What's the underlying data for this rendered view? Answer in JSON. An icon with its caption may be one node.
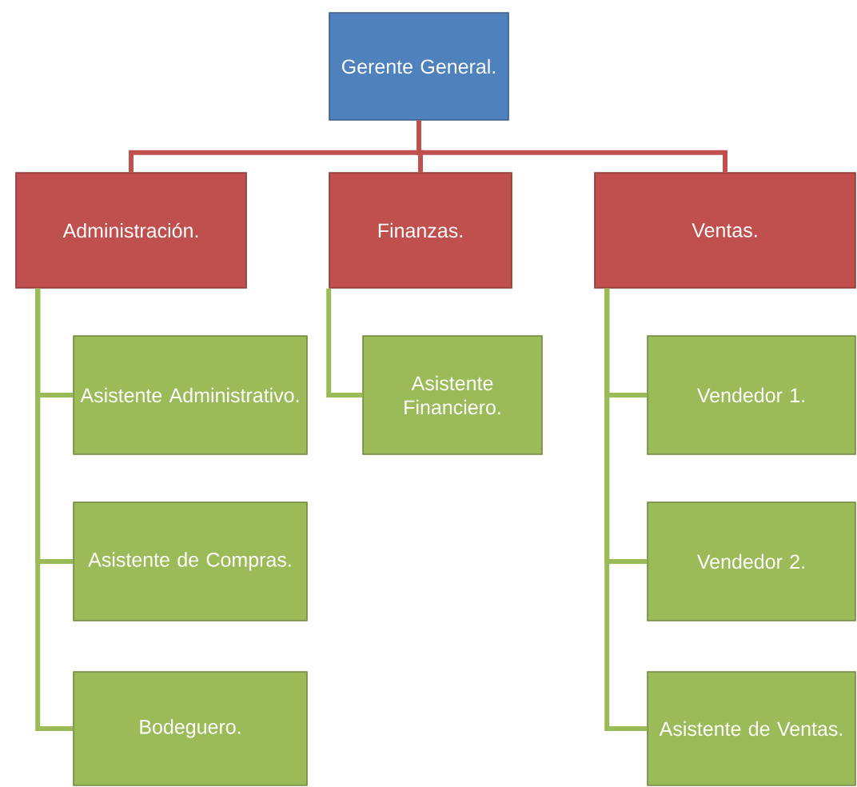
{
  "diagram": {
    "nodes": [
      {
        "text": [
          "Gerente General."
        ]
      },
      {
        "text": [
          "Administración."
        ]
      },
      {
        "text": [
          "Finanzas."
        ]
      },
      {
        "text": [
          "Ventas."
        ]
      },
      {
        "text": [
          "Asistente Administrativo."
        ]
      },
      {
        "text": [
          "Asistente de Compras."
        ]
      },
      {
        "text": [
          "Bodeguero."
        ]
      },
      {
        "text": [
          "Asistente Financiero."
        ]
      },
      {
        "text": [
          "Vendedor 1."
        ]
      },
      {
        "text": [
          "Vendedor 2."
        ]
      },
      {
        "text": [
          "Asistente de Ventas."
        ]
      }
    ],
    "edges": [
      {
        "from": 0,
        "to": 1,
        "arrow": "none",
        "color": "#c0504d"
      },
      {
        "from": 0,
        "to": 2,
        "arrow": "none",
        "color": "#c0504d"
      },
      {
        "from": 0,
        "to": 3,
        "arrow": "none",
        "color": "#c0504d"
      },
      {
        "from": 1,
        "to": 4,
        "arrow": "none"
      },
      {
        "from": 1,
        "to": 5,
        "arrow": "none"
      },
      {
        "from": 1,
        "to": 6,
        "arrow": "none"
      },
      {
        "from": 2,
        "to": 7,
        "arrow": "none"
      },
      {
        "from": 3,
        "to": 8,
        "arrow": "none"
      },
      {
        "from": 3,
        "to": 9,
        "arrow": "none"
      },
      {
        "from": 3,
        "to": 10,
        "arrow": "none"
      }
    ]
  }
}
